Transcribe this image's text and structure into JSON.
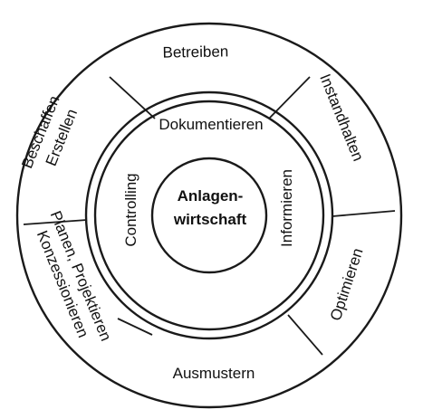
{
  "center": {
    "line1": "Anlagen-",
    "line2": "wirtschaft"
  },
  "middle_ring": {
    "top": "Dokumentieren",
    "left": "Controlling",
    "right": "Informieren"
  },
  "outer_ring": {
    "top": "Betreiben",
    "upper_right": "Instandhalten",
    "lower_right": "Optimieren",
    "bottom": "Ausmustern",
    "lower_left_line1": "Planen, Projektieren",
    "lower_left_line2": "Konzessionieren",
    "upper_left_line1": "Beschaffen",
    "upper_left_line2": "Erstellen"
  }
}
